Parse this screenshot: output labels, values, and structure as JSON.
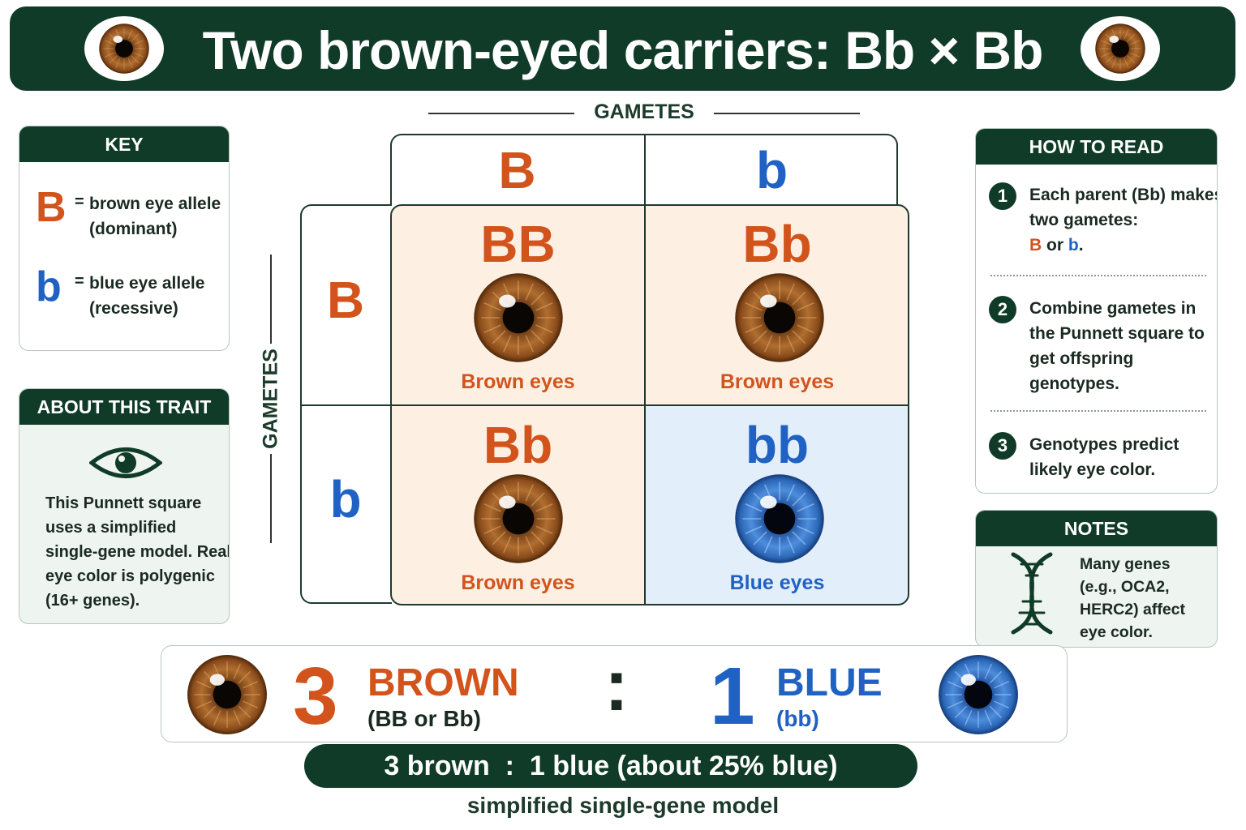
{
  "title": "Two brown-eyed carriers: Bb × Bb",
  "colors": {
    "dark_green": "#0f3b28",
    "brown": "#d2541c",
    "blue": "#1f62c3",
    "brown_cell": "#fdf0e3",
    "blue_cell": "#e3eefb",
    "brown_iris": "#a4622a",
    "blue_iris": "#3477cc"
  },
  "key": {
    "header": "KEY",
    "items": [
      {
        "letter": "B",
        "eq": "=",
        "line1": "brown eye allele",
        "line2": "(dominant)"
      },
      {
        "letter": "b",
        "eq": "=",
        "line1": "blue eye allele",
        "line2": "(recessive)"
      }
    ]
  },
  "about": {
    "header": "ABOUT THIS TRAIT",
    "icon": "eye-outline-icon",
    "text": "This Punnett square uses a simplified single-gene model. Real eye color is polygenic (16+ genes)."
  },
  "punnett": {
    "gametes_label": "GAMETES",
    "top": [
      "B",
      "b"
    ],
    "left": [
      "B",
      "b"
    ],
    "cells": [
      {
        "genotype": "BB",
        "phenotype": "Brown eyes",
        "type": "brown"
      },
      {
        "genotype": "Bb",
        "phenotype": "Brown eyes",
        "type": "brown"
      },
      {
        "genotype": "Bb",
        "phenotype": "Brown eyes",
        "type": "brown"
      },
      {
        "genotype": "bb",
        "phenotype": "Blue eyes",
        "type": "blue"
      }
    ]
  },
  "how_to_read": {
    "header": "HOW TO READ",
    "steps": [
      {
        "num": "1",
        "pre": "Each parent (Bb) makes two gametes:",
        "allele_B": "B",
        "or": "or",
        "allele_b": "b",
        "end": "."
      },
      {
        "num": "2",
        "text": "Combine gametes in the Punnett square to get offspring genotypes."
      },
      {
        "num": "3",
        "text": "Genotypes predict likely eye color."
      }
    ]
  },
  "notes": {
    "header": "NOTES",
    "icon": "dna-icon",
    "text": "Many genes (e.g., OCA2, HERC2) affect eye color."
  },
  "ratio": {
    "brown_count": "3",
    "brown_label": "BROWN",
    "brown_sub": "(BB or Bb)",
    "colon": ":",
    "blue_count": "1",
    "blue_label": "BLUE",
    "blue_sub": "(bb)"
  },
  "summary": "3 brown  :  1 blue (about 25% blue)",
  "footnote": "simplified single-gene model"
}
